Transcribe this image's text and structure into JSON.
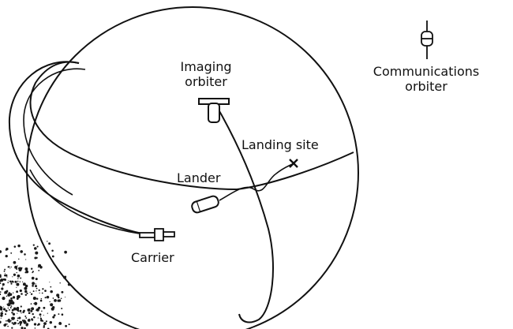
{
  "labels": {
    "imaging_orbiter": [
      "Imaging",
      "orbiter"
    ],
    "communications_orbiter": [
      "Communications",
      "orbiter"
    ],
    "landing_site": "Landing site",
    "lander": "Lander",
    "carrier": "Carrier"
  },
  "colors": {
    "ink": "#111111",
    "background": "#ffffff",
    "speckle": "#1a1a1a"
  },
  "icons": {
    "communications_orbiter": "cylinder-antenna-icon",
    "imaging_orbiter": "satellite-icon",
    "lander": "capsule-icon",
    "carrier": "spacecraft-icon",
    "landing_site": "x-marker-icon"
  }
}
